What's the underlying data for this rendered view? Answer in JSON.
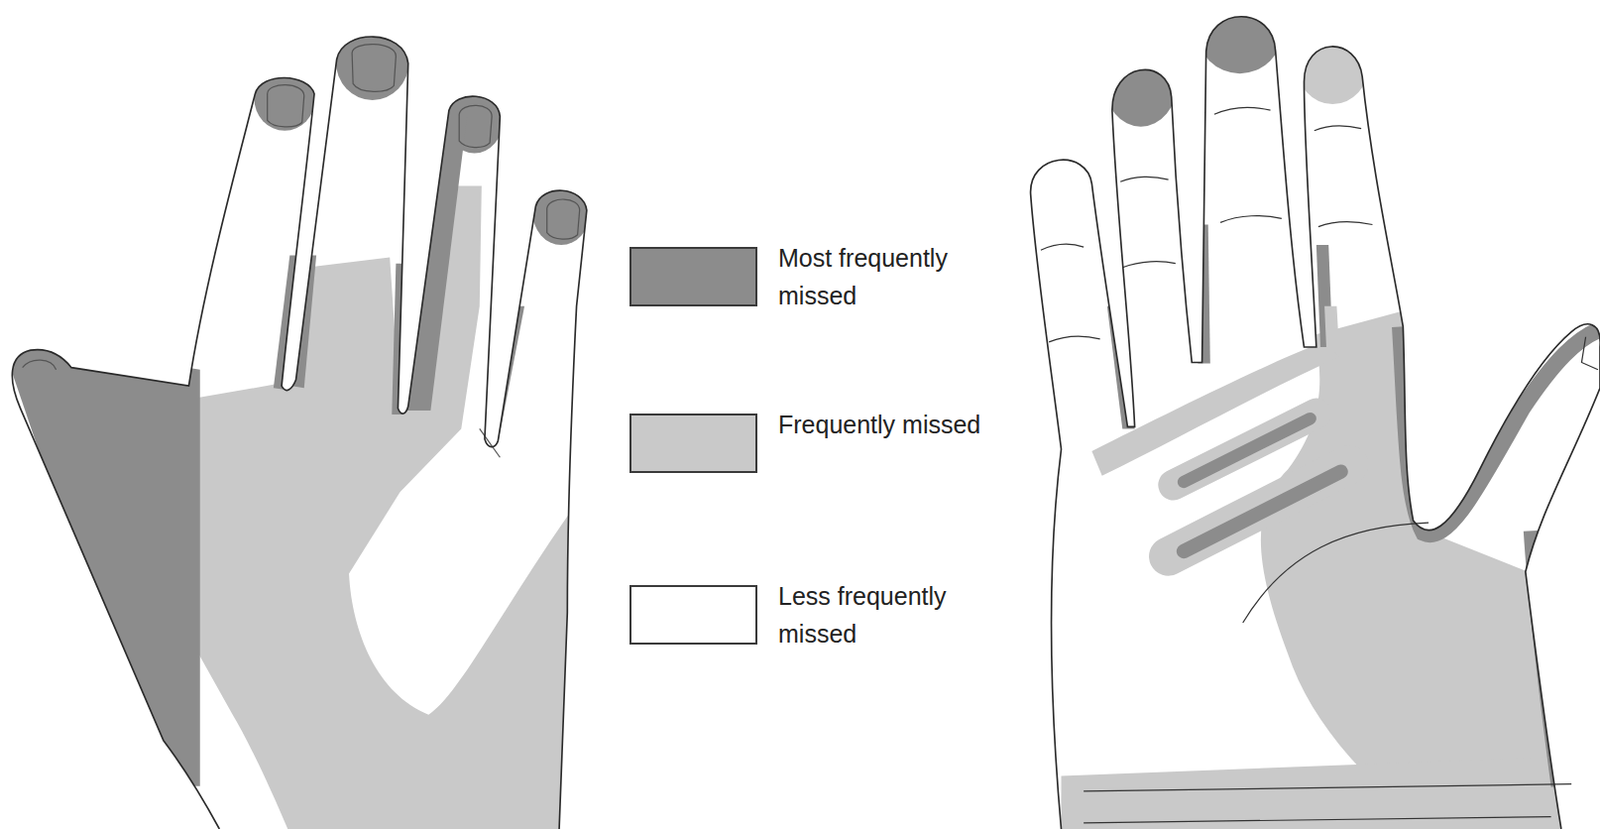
{
  "diagram": {
    "legend": [
      {
        "text": "Most frequently missed",
        "color": "#8c8c8c"
      },
      {
        "text": "Frequently missed",
        "color": "#c9c9c9"
      },
      {
        "text": "Less frequently missed",
        "color": "#ffffff"
      }
    ]
  }
}
